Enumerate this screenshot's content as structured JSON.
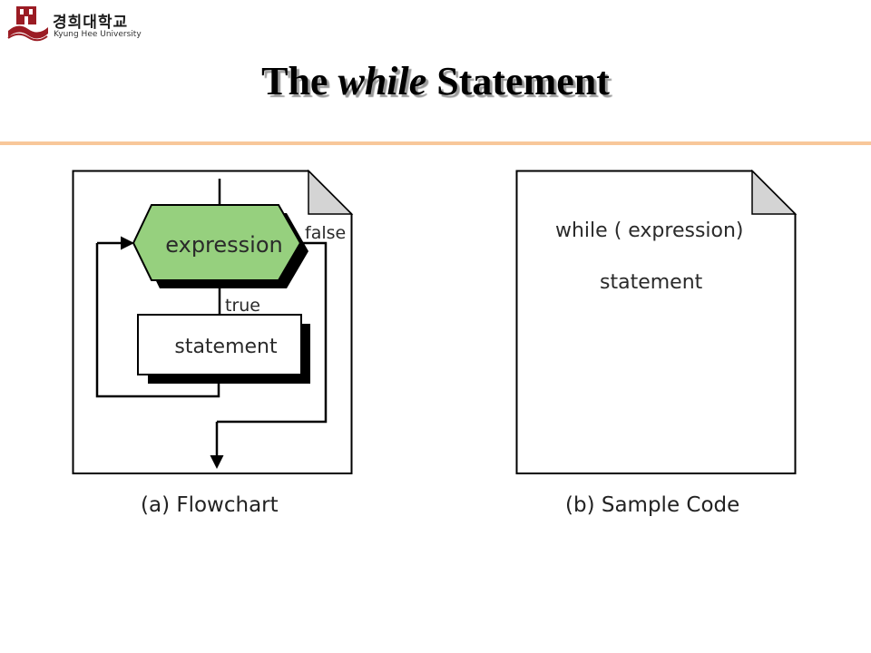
{
  "header": {
    "logo_korean": "경희대학교",
    "logo_english": "Kyung Hee University"
  },
  "slide": {
    "title_prefix": "The",
    "title_keyword": "while",
    "title_suffix": "Statement",
    "rule_color": "#f8c79a"
  },
  "flowchart": {
    "decision_label": "expression",
    "true_label": "true",
    "false_label": "false",
    "body_label": "statement",
    "decision_color": "#96d07e",
    "caption": "(a) Flowchart"
  },
  "sample_code": {
    "line1": "while ( expression)",
    "line2": "statement",
    "caption": "(b) Sample Code"
  }
}
